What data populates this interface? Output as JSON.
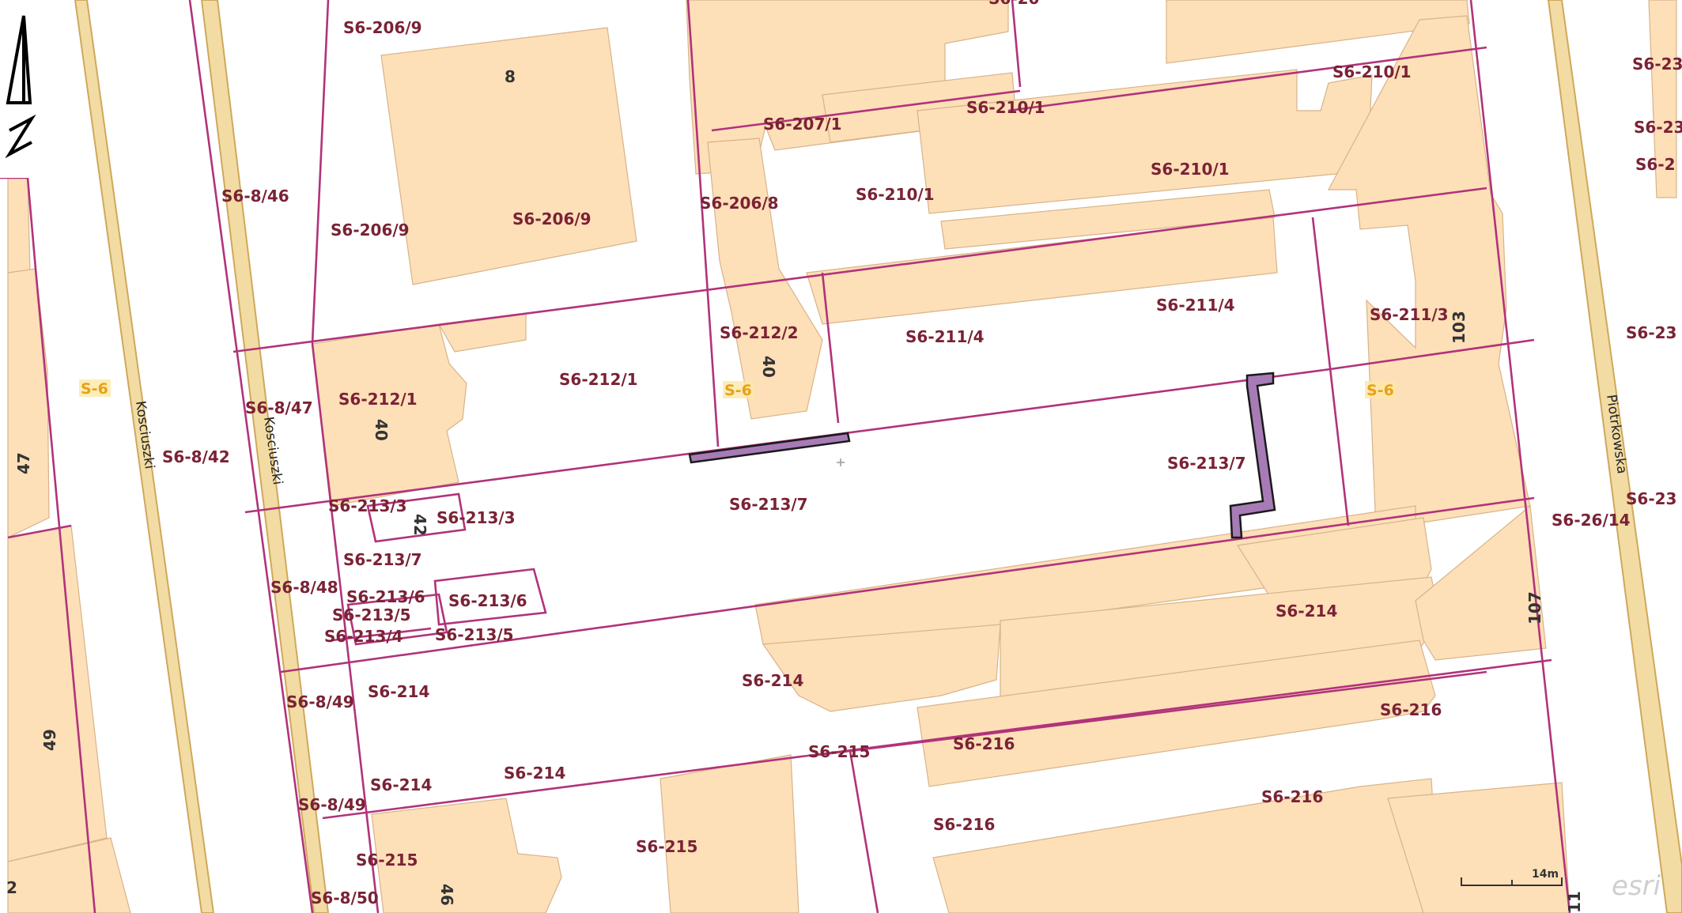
{
  "map": {
    "parcel_labels": [
      "S6-206/9",
      "S6-206/9",
      "S6-206/9",
      "8",
      "S6-8/46",
      "S6-207/1",
      "S6-206/8",
      "S6-210/1",
      "S6-210/1",
      "S6-210/1",
      "S6-210/1",
      "S6-212/2",
      "40",
      "S6-211/4",
      "S6-211/4",
      "S6-211/3",
      "103",
      "S6-212/1",
      "S6-212/1",
      "40",
      "S6-8/47",
      "S6-8/42",
      "47",
      "S6-213/7",
      "S6-213/7",
      "S6-213/3",
      "S6-213/3",
      "42",
      "S6-213/7",
      "S6-8/48",
      "S6-213/6",
      "S6-213/6",
      "S6-213/5",
      "S6-213/5",
      "S6-213/4",
      "S6-26/14",
      "S6-214",
      "107",
      "S6-214",
      "S6-8/49",
      "S6-214",
      "S6-215",
      "S6-216",
      "S6-216",
      "49",
      "S6-214",
      "S6-214",
      "S6-8/49",
      "S6-216",
      "S6-216",
      "S6-215",
      "S6-215",
      "46",
      "S6-8/50",
      "2",
      "11",
      "S6-23",
      "S6-23",
      "S6-2",
      "S6-23",
      "S6-23",
      "S6-20"
    ],
    "zones": [
      "S-6",
      "S-6",
      "S-6"
    ],
    "streets": [
      "Kosciuszki",
      "Kosciuszki",
      "Piotrkowska"
    ],
    "scale_bar": "14m",
    "attribution": "esri",
    "colors": {
      "building_fill": "#fddfb8",
      "parcel_line": "#b1337a",
      "road": "#f2dca4",
      "highlight": "#a77bb5"
    },
    "icons": [
      "north-arrow-icon"
    ]
  }
}
